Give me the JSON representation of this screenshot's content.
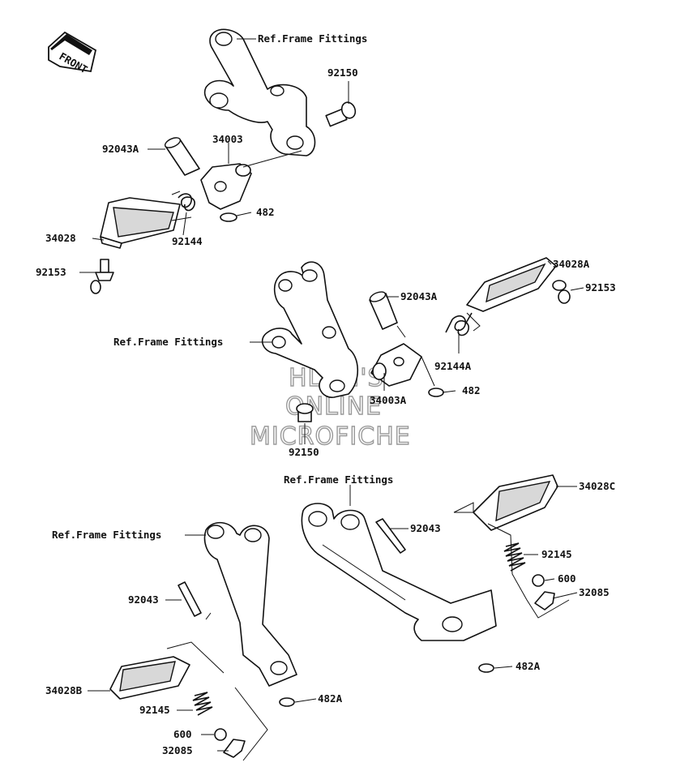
{
  "front_badge": "FRONT",
  "watermark": [
    "HLSM'S",
    "ONLINE",
    "MICROFICHE"
  ],
  "labels": {
    "ref1": "Ref.Frame Fittings",
    "p92150_top": "92150",
    "p92043A_top": "92043A",
    "p34003": "34003",
    "p482_top": "482",
    "p34028": "34028",
    "p92144": "92144",
    "p92153_left": "92153",
    "p34028A": "34028A",
    "p92153_right": "92153",
    "p92043A_mid": "92043A",
    "ref2": "Ref.Frame Fittings",
    "p92144A": "92144A",
    "p482_mid": "482",
    "p34003A": "34003A",
    "p92150_mid": "92150",
    "ref3": "Ref.Frame Fittings",
    "p34028C": "34028C",
    "ref4": "Ref.Frame Fittings",
    "p92043_right": "92043",
    "p92145_right": "92145",
    "p600_right": "600",
    "p32085_right": "32085",
    "p92043_left": "92043",
    "p482A_right": "482A",
    "p34028B": "34028B",
    "p482A_left": "482A",
    "p92145_left": "92145",
    "p600_left": "600",
    "p32085_left": "32085"
  }
}
